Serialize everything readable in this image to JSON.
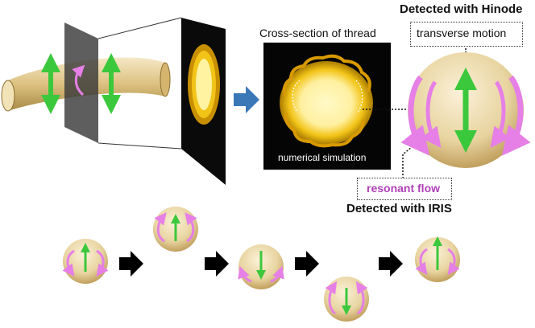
{
  "labels": {
    "hinode": "Detected with Hinode",
    "transverse": "transverse motion",
    "cross_section": "Cross-section of thread",
    "simulation": "numerical simulation",
    "resonant": "resonant flow",
    "iris": "Detected with IRIS"
  },
  "colors": {
    "thread": "#e0c88a",
    "green_arrow": "#3cc83c",
    "pink_arrow": "#e67fe6",
    "blue_arrow": "#3a78b8",
    "sim_core": "#fff2a0",
    "sim_outer": "#f2c418"
  },
  "sequence": {
    "steps": [
      {
        "step": 1,
        "green": "up",
        "pink": "down"
      },
      {
        "step": 2,
        "green": "up",
        "pink": "up"
      },
      {
        "step": 3,
        "green": "down",
        "pink": "down"
      },
      {
        "step": 4,
        "green": "down",
        "pink": "up"
      },
      {
        "step": 5,
        "green": "up",
        "pink": "down"
      }
    ]
  }
}
